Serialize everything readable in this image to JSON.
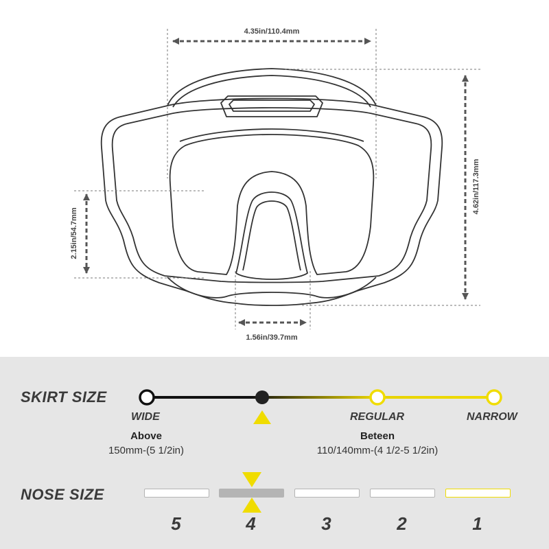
{
  "dimensions": {
    "width_top": "4.35in/110.4mm",
    "height_right": "4.62in/117.3mm",
    "lens_height_left": "2.15in/54.7mm",
    "nose_width_bottom": "1.56in/39.7mm"
  },
  "colors": {
    "accent": "#f0dc00",
    "dark": "#1a1a1a",
    "panel": "#e6e6e6",
    "text": "#3a3a3a",
    "selected_bar": "#b4b4b4"
  },
  "skirt": {
    "title": "SKIRT SIZE",
    "labels": {
      "wide": "WIDE",
      "regular": "REGULAR",
      "narrow": "NARROW"
    },
    "selected_position": "between WIDE and REGULAR",
    "wide_fit": {
      "heading": "Above",
      "range": "150mm-(5 1/2in)"
    },
    "regular_fit": {
      "heading": "Beteen",
      "range": "110/140mm-(4 1/2-5 1/2in)"
    }
  },
  "nose": {
    "title": "NOSE SIZE",
    "sizes": [
      "5",
      "4",
      "3",
      "2",
      "1"
    ],
    "selected": "4",
    "highlighted": "1"
  }
}
